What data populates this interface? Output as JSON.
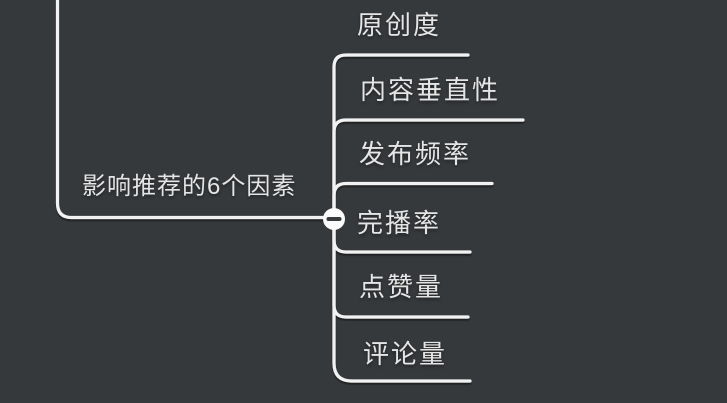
{
  "canvas": {
    "type": "mindmap",
    "background_color": "#36393C",
    "line_color": "#F2F2F2",
    "text_color": "#E5E5E5"
  },
  "root": {
    "label": "影响推荐的6个因素"
  },
  "children": [
    {
      "label": "原创度"
    },
    {
      "label": "内容垂直性"
    },
    {
      "label": "发布频率"
    },
    {
      "label": "完播率"
    },
    {
      "label": "点赞量"
    },
    {
      "label": "评论量"
    }
  ],
  "collapse_button": {
    "icon": "minus-icon",
    "state": "expanded",
    "fill_color": "#FCFCFC",
    "glyph_color": "#383B3E"
  }
}
